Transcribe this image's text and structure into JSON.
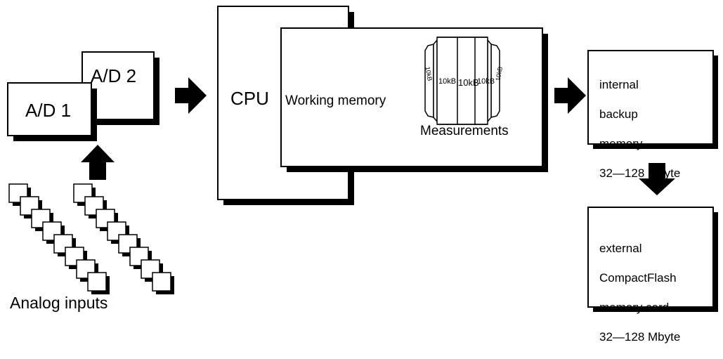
{
  "ad_converters": {
    "ad1_label": "A/D 1",
    "ad2_label": "A/D 2"
  },
  "cpu": {
    "label": "CPU",
    "working_memory_label": "Working memory",
    "measurements_label": "Measurements",
    "buffer_cells": [
      "10kB",
      "10kB",
      "10kB",
      "10kB",
      "10kB"
    ]
  },
  "internal_memory": {
    "lines": [
      "internal",
      "backup",
      "memory",
      "32—128 Mbyte"
    ]
  },
  "external_memory": {
    "lines": [
      "external",
      "CompactFlash",
      "memory card",
      "32—128 Mbyte"
    ]
  },
  "analog_inputs": {
    "label": "Analog inputs"
  }
}
